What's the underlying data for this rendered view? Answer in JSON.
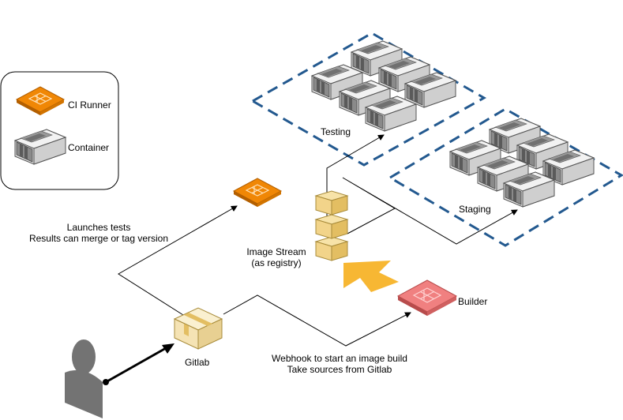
{
  "legend": {
    "ci_runner_label": "CI Runner",
    "container_label": "Container"
  },
  "groups": {
    "testing_label": "Testing",
    "staging_label": "Staging"
  },
  "nodes": {
    "gitlab_label": "Gitlab",
    "builder_label": "Builder",
    "image_stream_line1": "Image Stream",
    "image_stream_line2": "(as registry)"
  },
  "edges": {
    "launch_line1": "Launches tests",
    "launch_line2": "Results can merge or tag version",
    "webhook_line1": "Webhook to start an image build",
    "webhook_line2": "Take sources from Gitlab"
  },
  "colors": {
    "runner": "#F08705",
    "runner_dark": "#B35F00",
    "builder": "#F08080",
    "builder_dark": "#B84C4C",
    "container": "#E3E3E3",
    "container_dark": "#555555",
    "group_dash": "#23598F",
    "gitlab_box": "#F5E3B4",
    "stream_box": "#F2D48A",
    "arrow_fill": "#F7B733",
    "person": "#737373"
  }
}
